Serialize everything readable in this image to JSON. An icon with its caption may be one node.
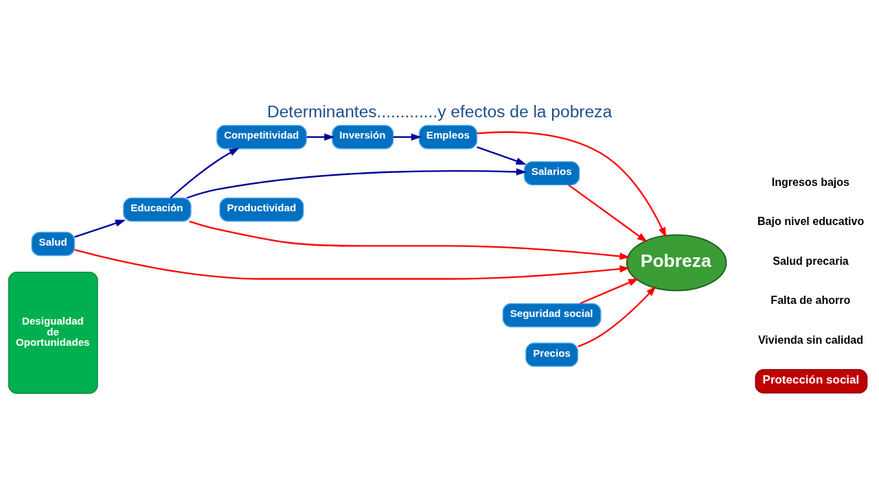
{
  "diagram": {
    "title": "Determinantes.............y efectos de la pobreza",
    "nodes": [
      {
        "text": [
          "Desigualdad de Oportunidades"
        ]
      },
      {
        "text": [
          "Inversión"
        ]
      },
      {
        "text": [
          "Competitividad"
        ]
      },
      {
        "text": [
          "Empleos"
        ]
      },
      {
        "text": [
          "Salarios"
        ]
      },
      {
        "text": [
          "Productividad"
        ]
      },
      {
        "text": [
          "Educación"
        ]
      },
      {
        "text": [
          "Pobreza"
        ]
      },
      {
        "text": [
          "Salud"
        ]
      },
      {
        "text": [
          "Seguridad social"
        ]
      },
      {
        "text": [
          "Precios"
        ]
      },
      {
        "text": [
          "Protección social"
        ]
      }
    ],
    "edges": [
      {
        "from": 2,
        "to": 1,
        "arrow": "to",
        "color": "#000099"
      },
      {
        "from": 1,
        "to": 3,
        "arrow": "to",
        "color": "#000099"
      },
      {
        "from": 3,
        "to": 4,
        "arrow": "to",
        "color": "#000099"
      },
      {
        "from": 6,
        "to": 2,
        "arrow": "to",
        "color": "#000099"
      },
      {
        "from": 6,
        "to": 4,
        "arrow": "to",
        "color": "#000099"
      },
      {
        "from": 8,
        "to": 6,
        "arrow": "to",
        "color": "#000099"
      },
      {
        "from": 3,
        "to": 7,
        "arrow": "to",
        "color": "#ff0000"
      },
      {
        "from": 4,
        "to": 7,
        "arrow": "to",
        "color": "#ff0000"
      },
      {
        "from": 6,
        "to": 7,
        "arrow": "to",
        "color": "#ff0000"
      },
      {
        "from": 8,
        "to": 7,
        "arrow": "to",
        "color": "#ff0000"
      },
      {
        "from": 9,
        "to": 7,
        "arrow": "to",
        "color": "#ff0000"
      },
      {
        "from": 10,
        "to": 7,
        "arrow": "to",
        "color": "#ff0000"
      }
    ],
    "labels": [
      "Ingresos bajos",
      "Bajo nivel educativo",
      "Salud precaria",
      "Falta de ahorro",
      "Vivienda sin calidad"
    ]
  }
}
